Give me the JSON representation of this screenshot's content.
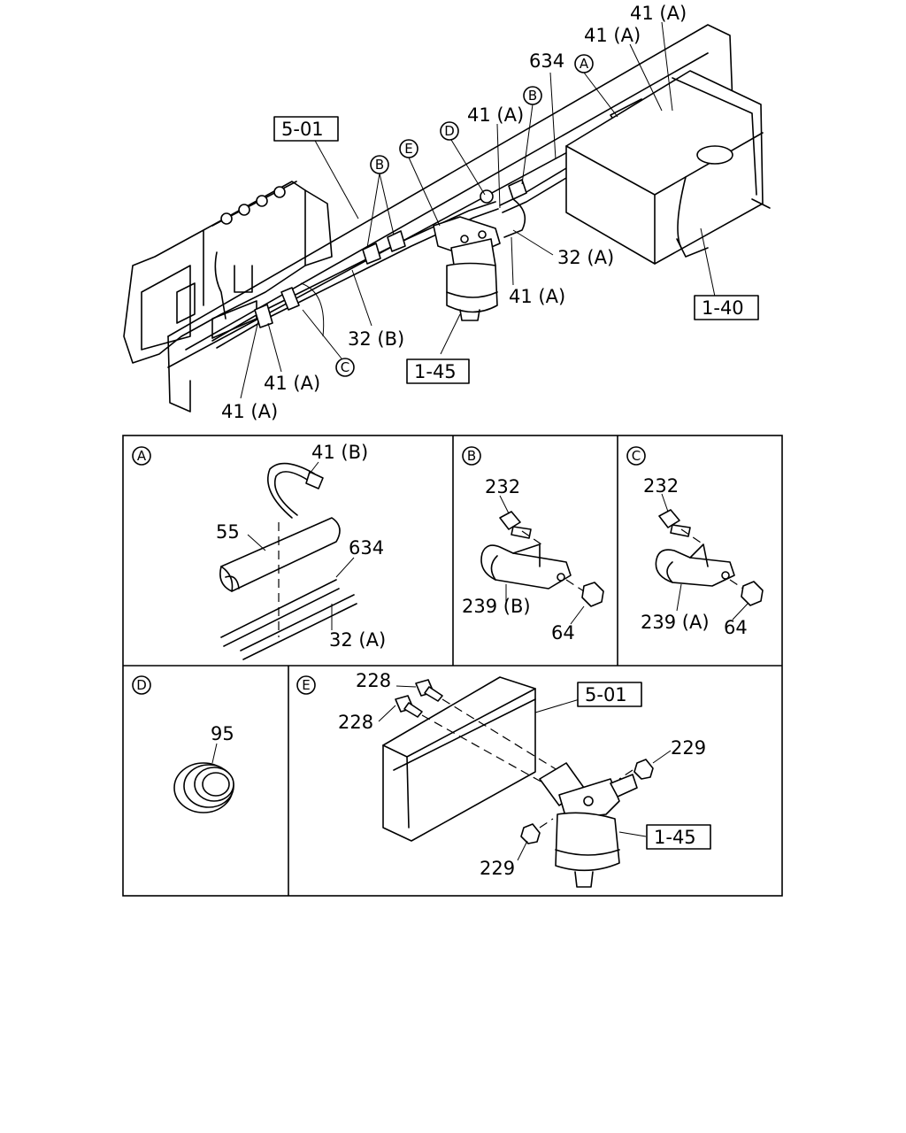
{
  "main": {
    "labels": {
      "a41_top1": "41 (A)",
      "a41_top2": "41 (A)",
      "n634": "634",
      "n41_mid": "41 (A)",
      "n32A": "32 (A)",
      "n41_right": "41 (A)",
      "n32B": "32 (B)",
      "n41_left1": "41 (A)",
      "n41_left2": "41 (A)"
    },
    "circles": {
      "A": "A",
      "B1": "B",
      "B2": "B",
      "C": "C",
      "D": "D",
      "E": "E"
    },
    "refs": {
      "frame": "5-01",
      "tank": "1-40",
      "filter": "1-45"
    }
  },
  "panels": {
    "A": {
      "key": "A",
      "labels": {
        "clamp": "41 (B)",
        "sleeve": "55",
        "hose": "634",
        "pipe": "32 (A)"
      }
    },
    "B": {
      "key": "B",
      "labels": {
        "bolt": "232",
        "bracket": "239 (B)",
        "nut": "64"
      }
    },
    "C": {
      "key": "C",
      "labels": {
        "bolt": "232",
        "bracket": "239 (A)",
        "nut": "64"
      }
    },
    "D": {
      "key": "D",
      "labels": {
        "grommet": "95"
      }
    },
    "E": {
      "key": "E",
      "labels": {
        "bolt1": "228",
        "bolt2": "228",
        "nut1": "229",
        "nut2": "229"
      },
      "refs": {
        "frame": "5-01",
        "filter": "1-45"
      }
    }
  }
}
